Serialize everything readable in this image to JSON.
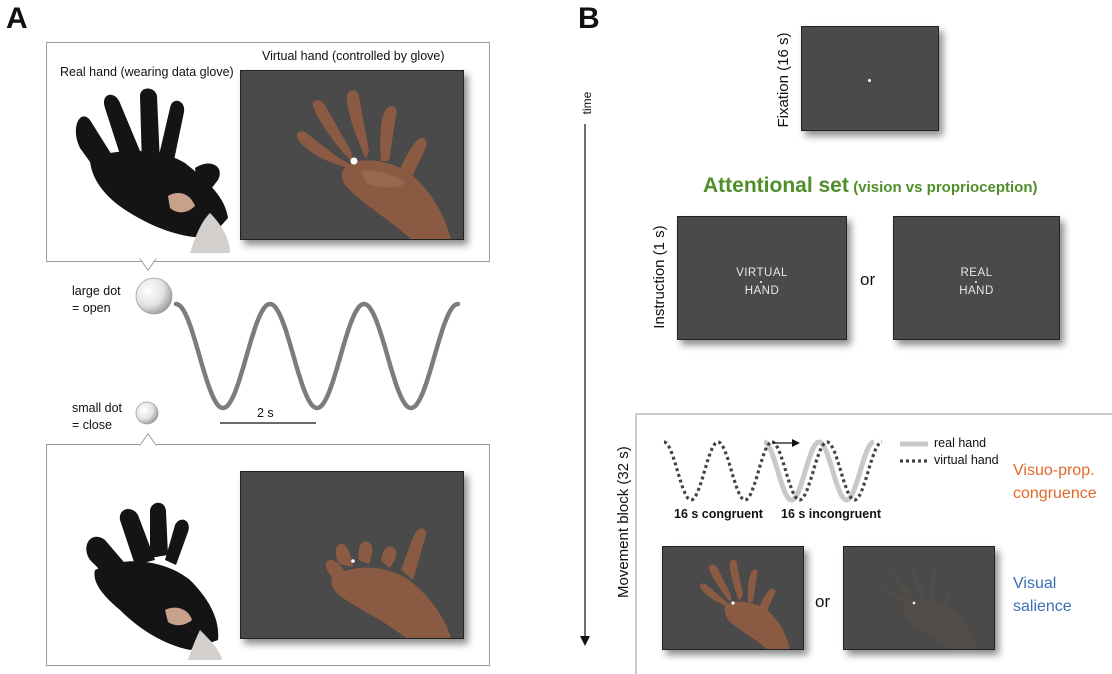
{
  "panel_a": {
    "letter": "A",
    "real_hand_label": "Real hand (wearing data glove)",
    "virtual_hand_label": "Virtual hand (controlled by glove)",
    "large_dot_line1": "large dot",
    "large_dot_line2": "= open",
    "small_dot_line1": "small dot",
    "small_dot_line2": "= close",
    "scale_label": "2 s"
  },
  "panel_b": {
    "letter": "B",
    "time_label": "time",
    "fixation_label": "Fixation (16 s)",
    "attentional_title": "Attentional set",
    "attentional_sub": "(vision vs proprioception)",
    "instruction_label": "Instruction (1 s)",
    "screen_virtual_l1": "VIRTUAL",
    "screen_virtual_l2": "HAND",
    "screen_real_l1": "REAL",
    "screen_real_l2": "HAND",
    "or_1": "or",
    "movement_label": "Movement block (32 s)",
    "legend_real": "real hand",
    "legend_virtual": "virtual hand",
    "congruent_label": "16 s congruent",
    "incongruent_label": "16 s incongruent",
    "visuo_prop_l1": "Visuo-prop.",
    "visuo_prop_l2": "congruence",
    "visual_salience_l1": "Visual",
    "visual_salience_l2": "salience",
    "or_2": "or"
  },
  "colors": {
    "attentional_green": "#4f8f2a",
    "visuo_orange": "#e0682a",
    "salience_blue": "#3a6fb5",
    "screen_gray": "#4a4a4a",
    "wave_gray": "#7c7c7c"
  }
}
